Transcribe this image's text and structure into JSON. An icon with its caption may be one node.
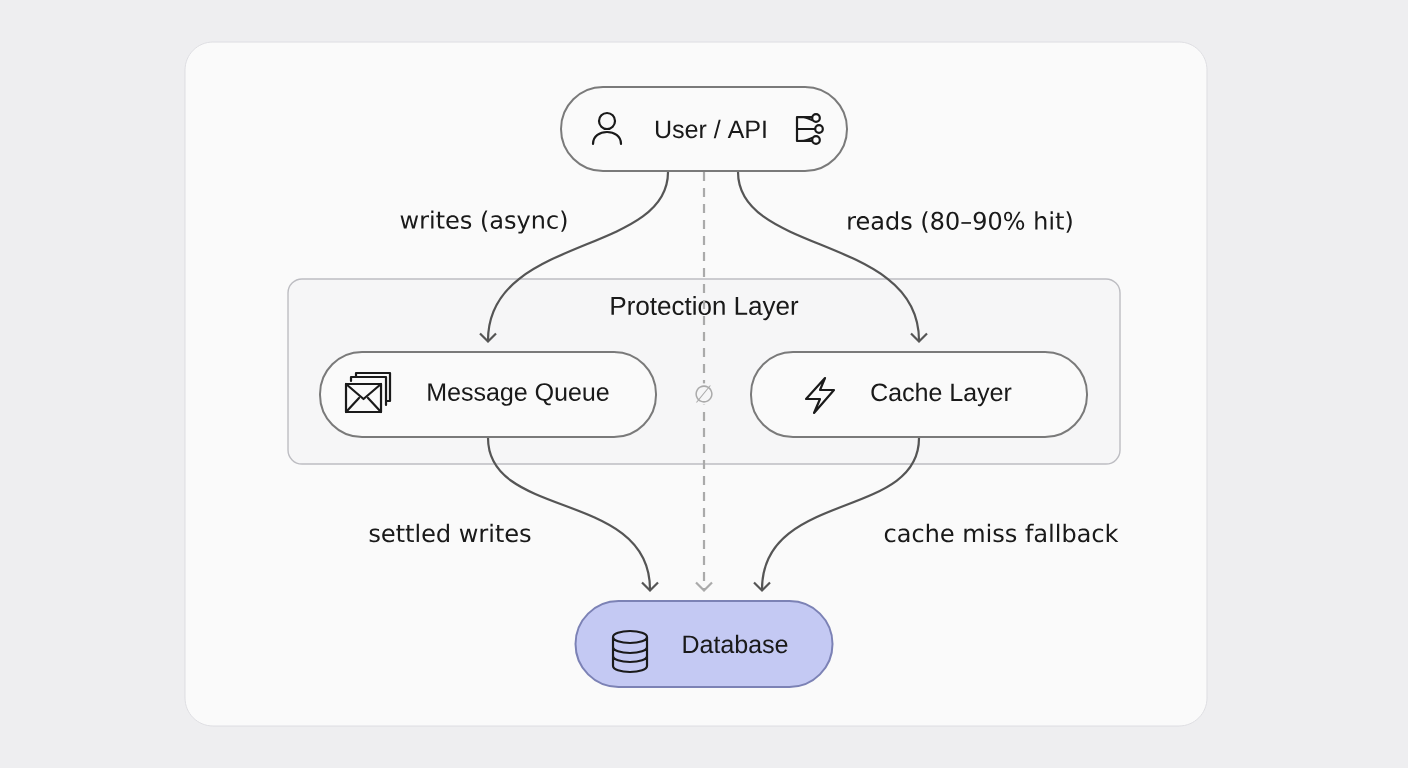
{
  "diagram": {
    "nodes": [
      {
        "text": [
          "User / API"
        ]
      },
      {
        "text": [
          "Protection Layer"
        ]
      },
      {
        "text": [
          "Message Queue"
        ],
        "in": 1
      },
      {
        "text": [
          "Cache Layer"
        ],
        "in": 1
      },
      {
        "text": [
          "Database"
        ]
      }
    ],
    "edges": [
      {
        "from": 0,
        "to": 2,
        "arrow": "to",
        "label": "writes (async)"
      },
      {
        "from": 0,
        "to": 3,
        "arrow": "to",
        "label": "reads (80–90% hit)"
      },
      {
        "from": 0,
        "to": 4,
        "arrow": "to",
        "label": "∅",
        "style": "dashed",
        "color": "#aaaaaa"
      },
      {
        "from": 2,
        "to": 4,
        "arrow": "to",
        "label": "settled writes"
      },
      {
        "from": 3,
        "to": 4,
        "arrow": "to",
        "label": "cache miss fallback"
      }
    ]
  }
}
